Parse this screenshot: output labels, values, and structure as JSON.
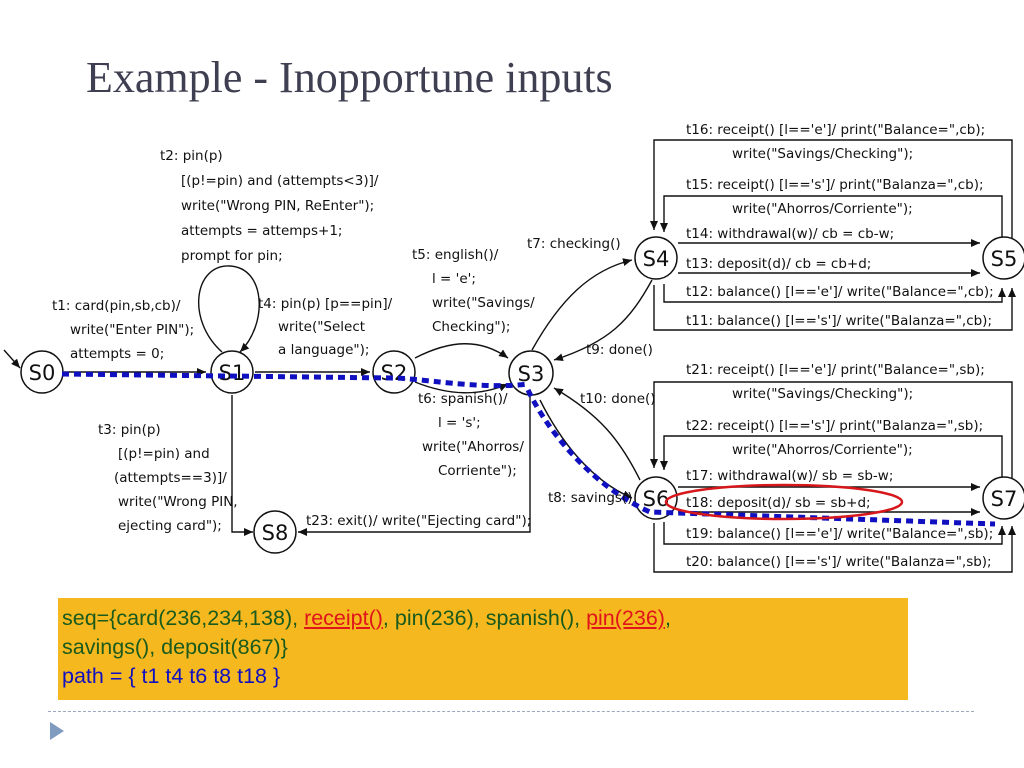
{
  "slide": {
    "title": "Example - Inopportune inputs"
  },
  "states": [
    "S0",
    "S1",
    "S2",
    "S3",
    "S4",
    "S5",
    "S6",
    "S7",
    "S8"
  ],
  "transitions": {
    "t1": [
      "t1: card(pin,sb,cb)/",
      "write(\"Enter PIN\");",
      "attempts = 0;"
    ],
    "t2": [
      "t2: pin(p)",
      "[(p!=pin) and (attempts<3)]/",
      "write(\"Wrong PIN, ReEnter\");",
      "attempts = attemps+1;",
      "prompt for pin;"
    ],
    "t3": [
      "t3: pin(p)",
      "[(p!=pin) and",
      "(attempts==3)]/",
      "write(\"Wrong PIN,",
      "ejecting card\");"
    ],
    "t4": [
      "t4: pin(p) [p==pin]/",
      "write(\"Select",
      "a language\");"
    ],
    "t5": [
      "t5: english()/",
      "l = 'e';",
      "write(\"Savings/",
      "Checking\");"
    ],
    "t6": [
      "t6: spanish()/",
      "l = 's';",
      "write(\"Ahorros/",
      "Corriente\");"
    ],
    "t7": "t7: checking()",
    "t8": "t8: savings()",
    "t9": "t9: done()",
    "t10": "t10: done()",
    "t11": "t11: balance() [l=='s']/ write(\"Balanza=\",cb);",
    "t12": "t12: balance() [l=='e']/ write(\"Balance=\",cb);",
    "t13": "t13: deposit(d)/ cb = cb+d;",
    "t14": "t14: withdrawal(w)/ cb = cb-w;",
    "t15": [
      "t15: receipt() [l=='s']/ print(\"Balanza=\",cb);",
      "write(\"Ahorros/Corriente\");"
    ],
    "t16": [
      "t16: receipt() [l=='e']/ print(\"Balance=\",cb);",
      "write(\"Savings/Checking\");"
    ],
    "t17": "t17: withdrawal(w)/ sb = sb-w;",
    "t18": "t18: deposit(d)/ sb = sb+d;",
    "t19": "t19: balance() [l=='e']/ write(\"Balance=\",sb);",
    "t20": "t20: balance() [l=='s']/ write(\"Balanza=\",sb);",
    "t21": [
      "t21: receipt() [l=='e']/ print(\"Balance=\",sb);",
      "write(\"Savings/Checking\");"
    ],
    "t22": [
      "t22: receipt() [l=='s']/ print(\"Balanza=\",sb);",
      "write(\"Ahorros/Corriente\");"
    ],
    "t23": "t23: exit()/ write(\"Ejecting card\");"
  },
  "sequence": {
    "prefix": "seq={card(236,234,138), ",
    "inopportune_1": "receipt()",
    "middle": ", pin(236), spanish(), ",
    "inopportune_2": "pin(236)",
    "after": ",",
    "line2": "savings(), deposit(867)}",
    "path": "path = { t1 t4 t6 t8 t18 }"
  },
  "colors": {
    "box_background": "#f5b81f",
    "sequence_text": "#1a5a1c",
    "inopportune_input": "#e0141a",
    "path_text": "#1010c0",
    "path_trace": "#1010c0",
    "title": "#3f3f52"
  }
}
